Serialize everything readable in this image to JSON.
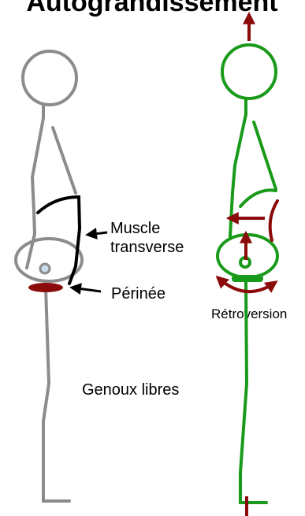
{
  "title": "Autograndissement",
  "labels": {
    "muscle_line1": "Muscle",
    "muscle_line2": "transverse",
    "perinee": "Périnée",
    "retroversion": "Rétroversion",
    "genoux": "Genoux libres"
  },
  "colors": {
    "neutral_figure": "#8c8c8c",
    "active_figure": "#1a9a1a",
    "accent": "#8b0a0a",
    "muscle_line": "#000000",
    "navel": "#c8dde8"
  }
}
